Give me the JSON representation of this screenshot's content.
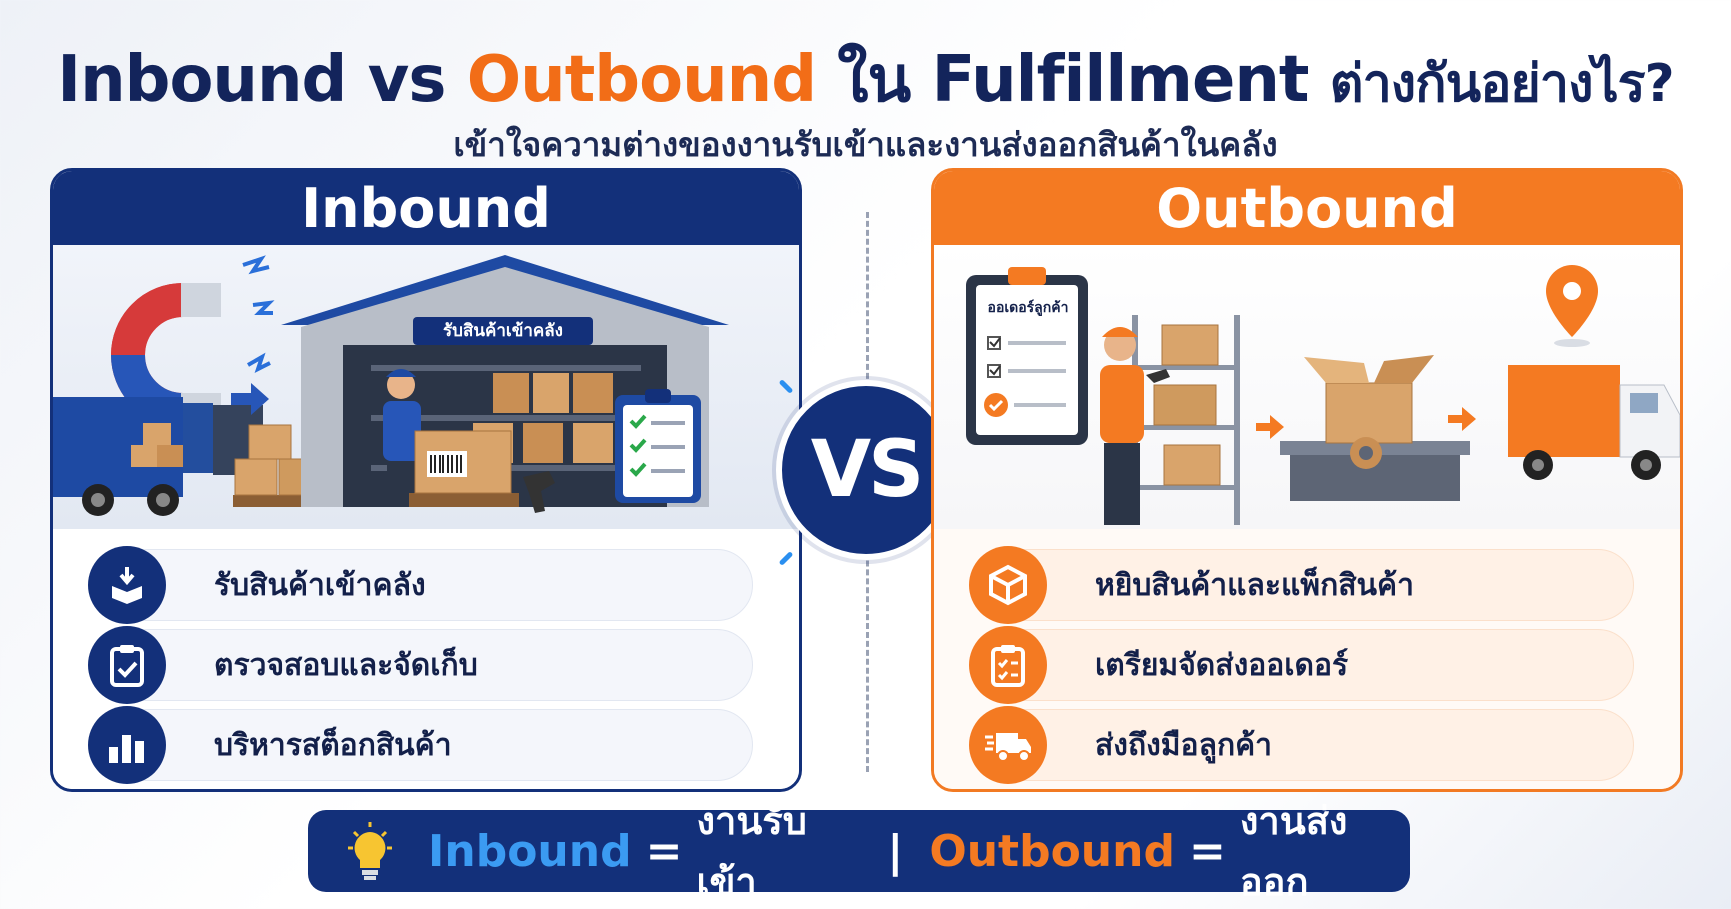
{
  "title": {
    "part1": "Inbound",
    "vs": "vs",
    "part2": "Outbound",
    "in": "ใน",
    "part3": "Fulfillment",
    "suffix": "ต่างกันอย่างไร?"
  },
  "subtitle": "เข้าใจความต่างของงานรับเข้าและงานส่งออกสินค้าในคลัง",
  "inbound": {
    "heading": "Inbound",
    "warehouse_sign": "รับสินค้าเข้าคลัง",
    "items": [
      {
        "label": "รับสินค้าเข้าคลัง",
        "icon": "box-download-icon"
      },
      {
        "label": "ตรวจสอบและจัดเก็บ",
        "icon": "clipboard-check-icon"
      },
      {
        "label": "บริหารสต็อกสินค้า",
        "icon": "stock-bars-icon"
      }
    ]
  },
  "outbound": {
    "heading": "Outbound",
    "order_sheet_title": "ออเดอร์ลูกค้า",
    "items": [
      {
        "label": "หยิบสินค้าและแพ็กสินค้า",
        "icon": "package-icon"
      },
      {
        "label": "เตรียมจัดส่งออเดอร์",
        "icon": "checklist-icon"
      },
      {
        "label": "ส่งถึงมือลูกค้า",
        "icon": "delivery-truck-icon"
      }
    ]
  },
  "vs_badge": "VS",
  "footer": {
    "inbound": "Inbound",
    "eq1": "=",
    "inbound_meaning": "งานรับเข้า",
    "separator": "|",
    "outbound": "Outbound",
    "eq2": "=",
    "outbound_meaning": "งานส่งออก"
  },
  "colors": {
    "navy": "#13307a",
    "orange": "#f47a22",
    "light_blue": "#3b9bf2"
  }
}
